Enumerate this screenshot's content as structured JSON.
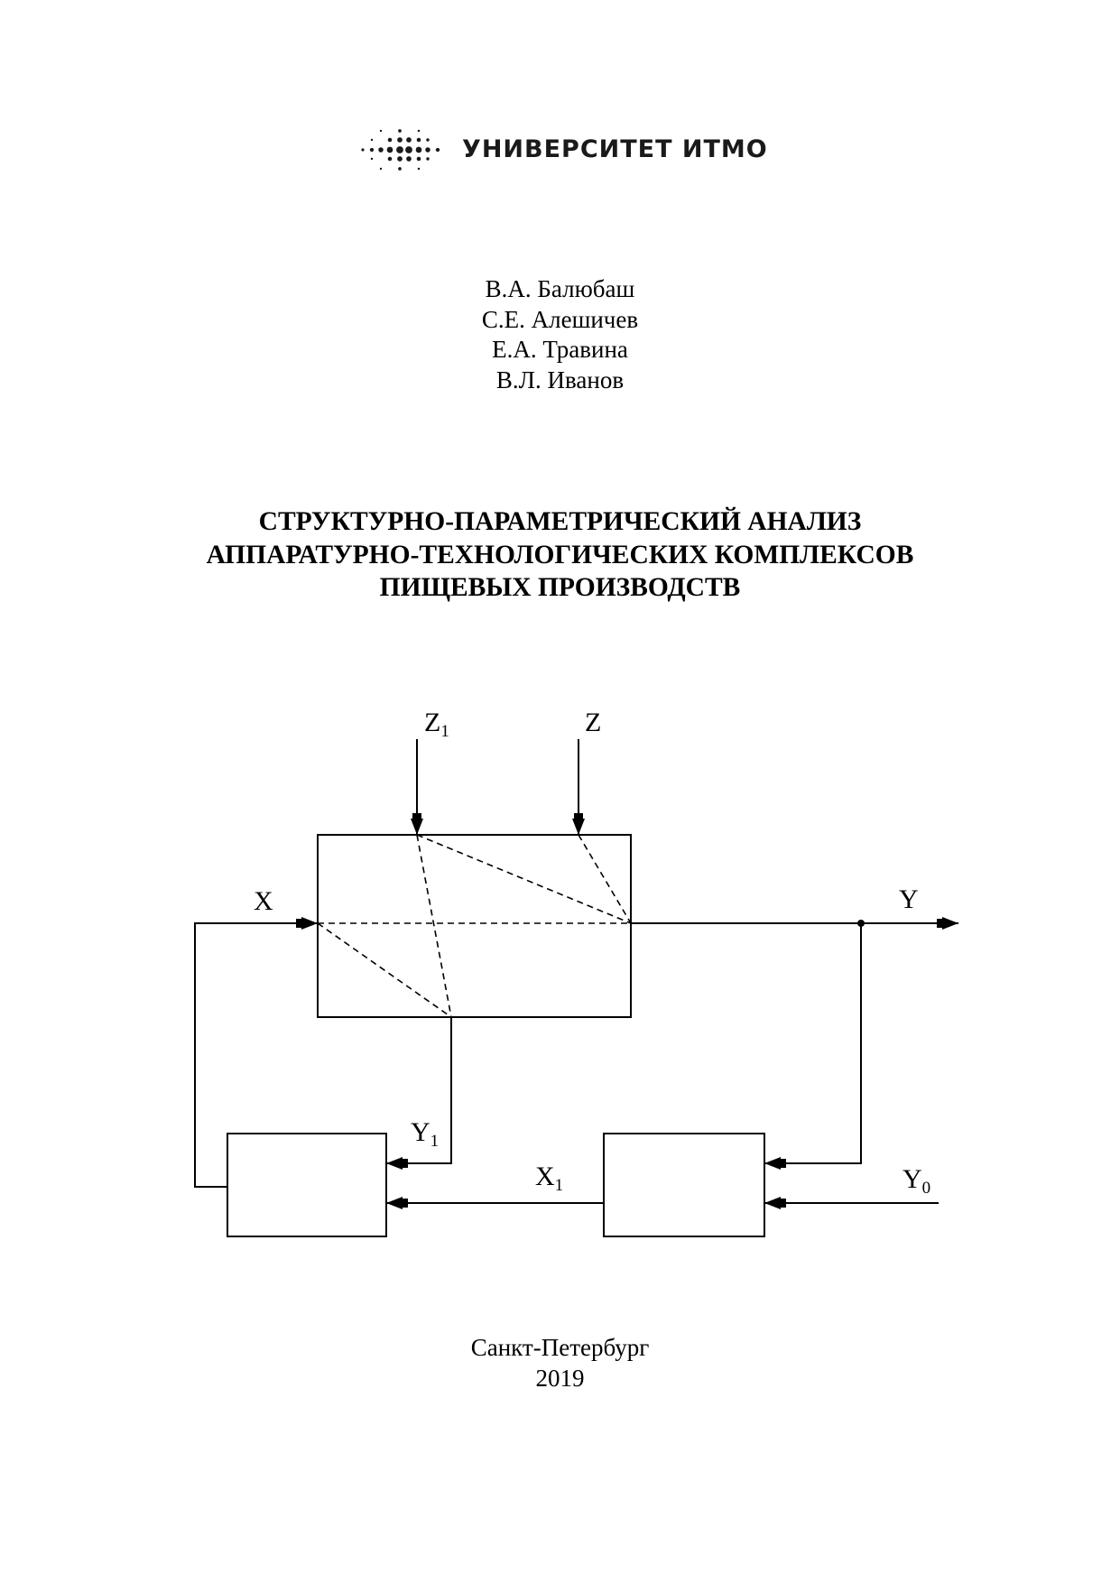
{
  "logo": {
    "text": "УНИВЕРСИТЕТ ИТМО"
  },
  "authors": [
    "В.А. Балюбаш",
    "С.Е. Алешичев",
    "Е.А. Травина",
    "В.Л. Иванов"
  ],
  "title_lines": [
    "СТРУКТУРНО-ПАРАМЕТРИЧЕСКИЙ АНАЛИЗ",
    "АППАРАТУРНО-ТЕХНОЛОГИЧЕСКИХ КОМПЛЕКСОВ",
    "ПИЩЕВЫХ ПРОИЗВОДСТВ"
  ],
  "diagram": {
    "labels": {
      "z1": "Z",
      "z1_sub": "1",
      "z": "Z",
      "x": "X",
      "y": "Y",
      "y1": "Y",
      "y1_sub": "1",
      "x1": "X",
      "x1_sub": "1",
      "y0": "Y",
      "y0_sub": "0"
    }
  },
  "footer": {
    "city": "Санкт-Петербург",
    "year": "2019"
  }
}
